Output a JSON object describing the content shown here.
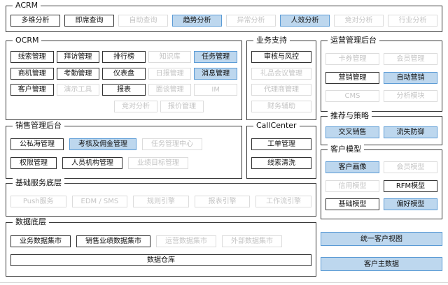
{
  "colors": {
    "highlight_bg": "#bdd7ee",
    "highlight_border": "#5b9bd5",
    "muted_border": "#dcdcdc",
    "muted_text": "#c4c4c4",
    "normal_border": "#333333"
  },
  "sections": [
    {
      "title": "ACRM",
      "rows": [
        [
          {
            "label": "多维分析",
            "style": "normal"
          },
          {
            "label": "即席查询",
            "style": "normal"
          },
          {
            "label": "自助查询",
            "style": "muted"
          },
          {
            "label": "趋势分析",
            "style": "highlight"
          },
          {
            "label": "异常分析",
            "style": "muted"
          },
          {
            "label": "人效分析",
            "style": "highlight"
          },
          {
            "label": "竞对分析",
            "style": "muted"
          },
          {
            "label": "行业分析",
            "style": "muted"
          }
        ]
      ]
    },
    {
      "title": "OCRM",
      "rows": [
        [
          {
            "label": "线索管理",
            "style": "normal"
          },
          {
            "label": "拜访管理",
            "style": "normal"
          },
          {
            "label": "排行榜",
            "style": "normal"
          },
          {
            "label": "知识库",
            "style": "muted"
          },
          {
            "label": "任务管理",
            "style": "highlight"
          }
        ],
        [
          {
            "label": "商机管理",
            "style": "normal"
          },
          {
            "label": "考勤管理",
            "style": "normal"
          },
          {
            "label": "仪表盘",
            "style": "normal"
          },
          {
            "label": "日报管理",
            "style": "muted"
          },
          {
            "label": "消息管理",
            "style": "highlight"
          }
        ],
        [
          {
            "label": "客户管理",
            "style": "normal"
          },
          {
            "label": "演示工具",
            "style": "muted"
          },
          {
            "label": "报表",
            "style": "normal"
          },
          {
            "label": "面谈管理",
            "style": "muted"
          },
          {
            "label": "IM",
            "style": "muted"
          }
        ],
        [
          {
            "label": "竞对分析",
            "style": "muted"
          },
          {
            "label": "报价管理",
            "style": "muted"
          }
        ]
      ]
    },
    {
      "title": "业务支持",
      "rows": [
        [
          {
            "label": "审核与风控",
            "style": "normal"
          }
        ],
        [
          {
            "label": "礼品会议管理",
            "style": "muted"
          }
        ],
        [
          {
            "label": "代理商管理",
            "style": "muted"
          }
        ],
        [
          {
            "label": "财务辅助",
            "style": "muted"
          }
        ]
      ]
    },
    {
      "title": "运营管理后台",
      "rows": [
        [
          {
            "label": "卡券管理",
            "style": "muted"
          },
          {
            "label": "会员管理",
            "style": "muted"
          }
        ],
        [
          {
            "label": "营销管理",
            "style": "normal"
          },
          {
            "label": "自动营销",
            "style": "highlight"
          }
        ],
        [
          {
            "label": "CMS",
            "style": "muted"
          },
          {
            "label": "分析模块",
            "style": "muted"
          }
        ]
      ]
    },
    {
      "title": "推荐与策略",
      "rows": [
        [
          {
            "label": "交叉销售",
            "style": "highlight"
          },
          {
            "label": "流失防御",
            "style": "highlight"
          }
        ]
      ]
    },
    {
      "title": "销售管理后台",
      "rows": [
        [
          {
            "label": "公私海管理",
            "style": "normal"
          },
          {
            "label": "考核及佣金管理",
            "style": "highlight"
          },
          {
            "label": "任务管理中心",
            "style": "muted"
          }
        ],
        [
          {
            "label": "权限管理",
            "style": "normal"
          },
          {
            "label": "人员机构管理",
            "style": "normal"
          },
          {
            "label": "业绩目标管理",
            "style": "muted"
          }
        ]
      ]
    },
    {
      "title": "CallCenter",
      "rows": [
        [
          {
            "label": "工单管理",
            "style": "normal"
          }
        ],
        [
          {
            "label": "线索清洗",
            "style": "normal"
          }
        ]
      ]
    },
    {
      "title": "客户模型",
      "rows": [
        [
          {
            "label": "客户画像",
            "style": "highlight"
          },
          {
            "label": "会员模型",
            "style": "muted"
          }
        ],
        [
          {
            "label": "信用模型",
            "style": "muted"
          },
          {
            "label": "RFM模型",
            "style": "normal"
          }
        ],
        [
          {
            "label": "基础模型",
            "style": "normal"
          },
          {
            "label": "偏好模型",
            "style": "highlight"
          }
        ]
      ]
    },
    {
      "title": "基础服务底层",
      "rows": [
        [
          {
            "label": "Push服务",
            "style": "muted"
          },
          {
            "label": "EDM / SMS",
            "style": "muted"
          },
          {
            "label": "规则引擎",
            "style": "muted"
          },
          {
            "label": "报表引擎",
            "style": "muted"
          },
          {
            "label": "工作流引擎",
            "style": "muted"
          }
        ]
      ]
    },
    {
      "title": "数据底层",
      "rows": [
        [
          {
            "label": "业务数据集市",
            "style": "normal"
          },
          {
            "label": "销售业绩数据集市",
            "style": "normal"
          },
          {
            "label": "运营数据集市",
            "style": "muted"
          },
          {
            "label": "外部数据集市",
            "style": "muted"
          }
        ],
        [
          {
            "label": "数据仓库",
            "style": "normal wide"
          }
        ]
      ]
    }
  ],
  "standalone": [
    {
      "label": "统一客户视图",
      "style": "highlight"
    },
    {
      "label": "客户主数据",
      "style": "highlight"
    }
  ]
}
